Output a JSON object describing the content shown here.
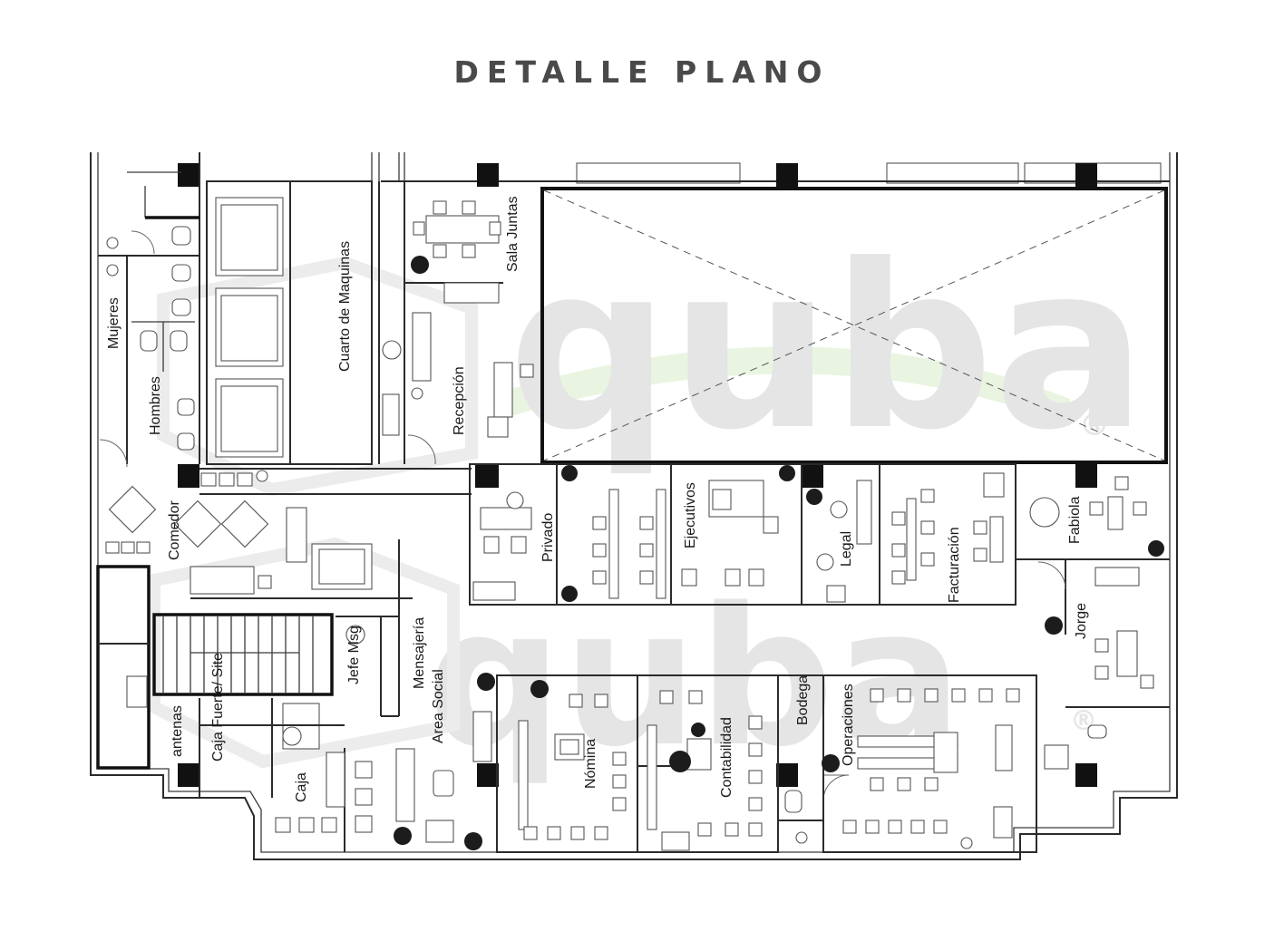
{
  "page": {
    "title": "DETALLE PLANO",
    "title_color": "#4a4a4a"
  },
  "watermark": {
    "brand": "quba",
    "registered": "®",
    "tagline": "quba"
  },
  "rooms": {
    "mujeres": "Mujeres",
    "hombres": "Hombres",
    "cuarto_maquinas": "Cuarto de Maquinas",
    "sala_juntas": "Sala Juntas",
    "recepcion": "Recepción",
    "comedor": "Comedor",
    "privado": "Privado",
    "ejecutivos": "Ejecutivos",
    "legal": "Legal",
    "facturacion": "Facturación",
    "fabiola": "Fabiola",
    "jorge": "Jorge",
    "mensajeria": "Mensajería",
    "jefe_msg": "Jefe Msg",
    "antenas": "antenas",
    "caja_fuerte_site": "Caja Fuerte/ Site",
    "caja": "Caja",
    "area_social": "Area Social",
    "nomina": "Nómina",
    "contabilidad": "Contabilidad",
    "bodega": "Bodega",
    "operaciones": "Operaciones"
  }
}
